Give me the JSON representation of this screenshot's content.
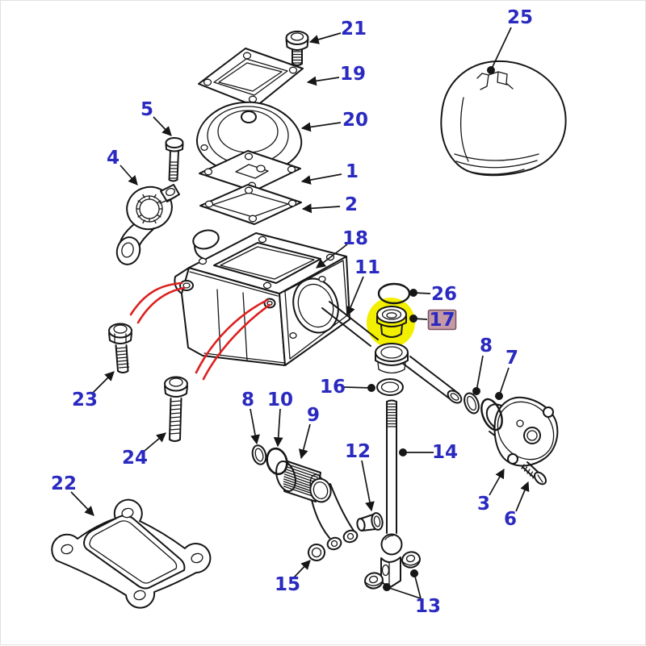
{
  "diagram": {
    "selected_part": "17",
    "colors": {
      "label": "#2a2ac0",
      "line": "#161616",
      "red": "#dd2020",
      "highlight": "#f2ef00",
      "callout-bg": "#c49aa5",
      "callout-border": "#7a5560",
      "bg": "#ffffff"
    }
  },
  "labels": {
    "p1": {
      "text": "1"
    },
    "p2": {
      "text": "2"
    },
    "p3": {
      "text": "3"
    },
    "p4": {
      "text": "4"
    },
    "p5": {
      "text": "5"
    },
    "p6": {
      "text": "6"
    },
    "p7": {
      "text": "7"
    },
    "p8a": {
      "text": "8"
    },
    "p8b": {
      "text": "8"
    },
    "p9": {
      "text": "9"
    },
    "p10": {
      "text": "10"
    },
    "p11": {
      "text": "11"
    },
    "p12": {
      "text": "12"
    },
    "p13": {
      "text": "13"
    },
    "p14": {
      "text": "14"
    },
    "p15": {
      "text": "15"
    },
    "p16": {
      "text": "16"
    },
    "p17": {
      "text": "17"
    },
    "p18": {
      "text": "18"
    },
    "p19": {
      "text": "19"
    },
    "p20": {
      "text": "20"
    },
    "p21": {
      "text": "21"
    },
    "p22": {
      "text": "22"
    },
    "p23": {
      "text": "23"
    },
    "p24": {
      "text": "24"
    },
    "p25": {
      "text": "25"
    },
    "p26": {
      "text": "26"
    }
  }
}
